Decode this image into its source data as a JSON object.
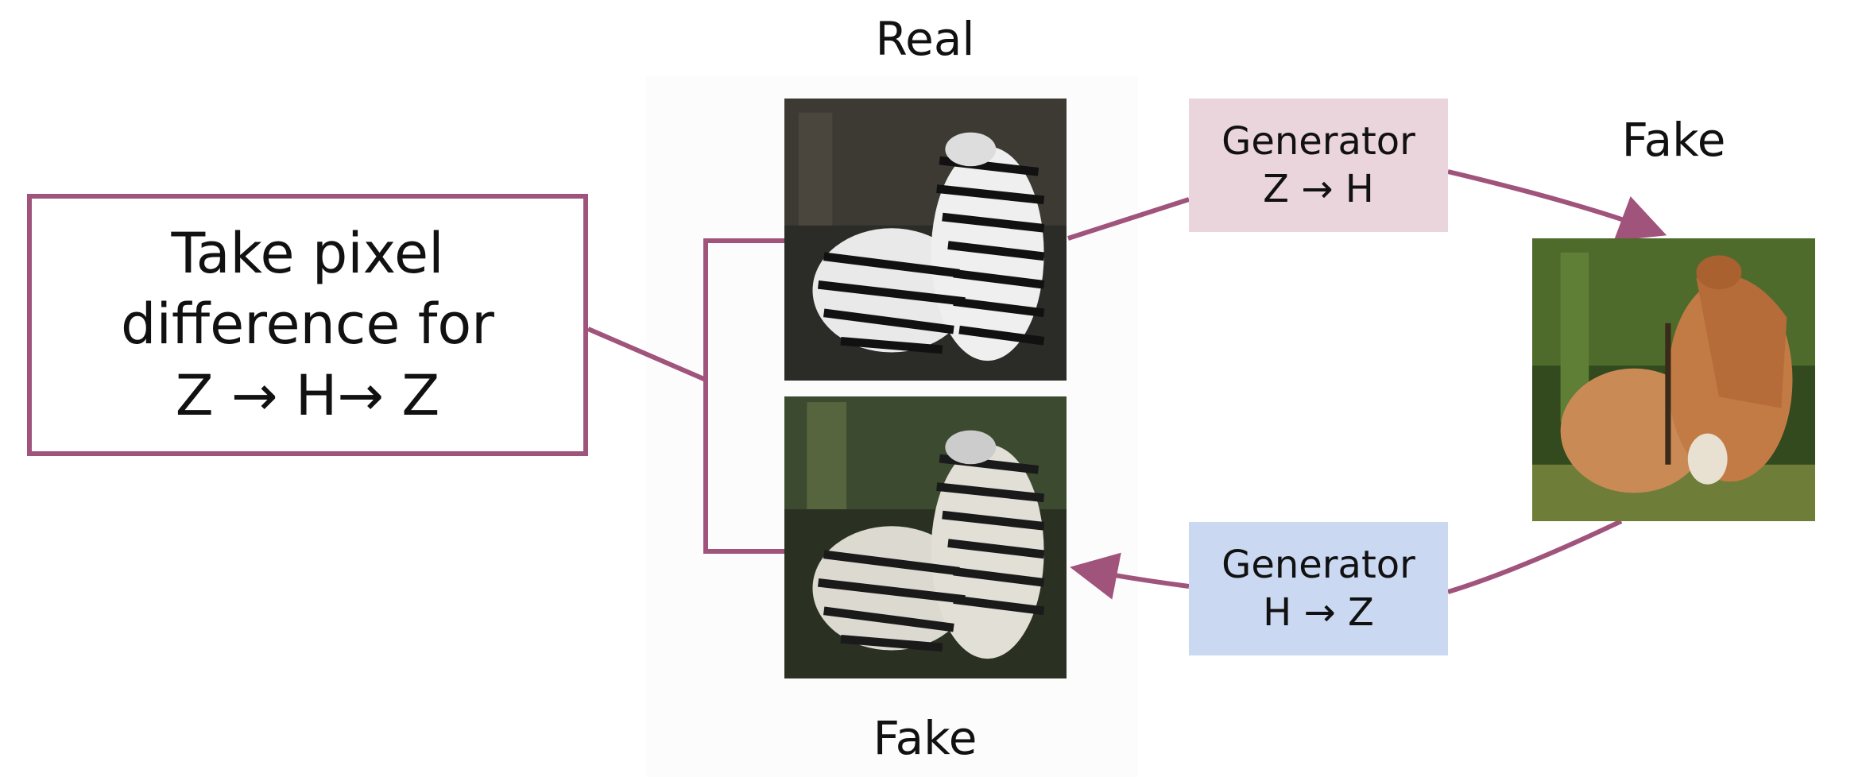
{
  "labels": {
    "real": "Real",
    "fake_bottom": "Fake",
    "fake_right": "Fake"
  },
  "generators": {
    "z_to_h": {
      "title": "Generator",
      "mapping": "Z → H"
    },
    "h_to_z": {
      "title": "Generator",
      "mapping": "H → Z"
    }
  },
  "pixel_box": {
    "line1": "Take pixel",
    "line2": "difference for",
    "line3": "Z → H→ Z"
  },
  "colors": {
    "connector": "#a0547c",
    "generator_zh_fill": "#ead5dc",
    "generator_hz_fill": "#cad8f1"
  },
  "icons": {
    "real_image": "zebra-photo",
    "fake_zebra_image": "zebra-photo",
    "fake_horse_image": "horse-photo"
  }
}
